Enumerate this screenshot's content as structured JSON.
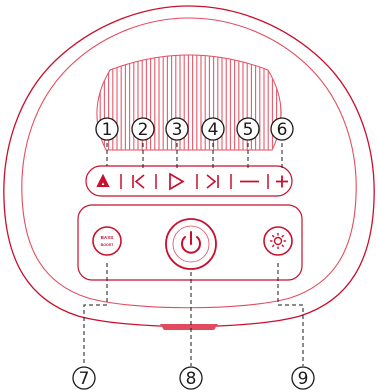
{
  "colors": {
    "accent": "#c8102e",
    "accent_soft": "#e24b5e",
    "line": "#d81e3a",
    "leader": "#1a1a1a"
  },
  "callouts": [
    {
      "label": "1",
      "target": "bluetooth-button"
    },
    {
      "label": "2",
      "target": "previous-track-button"
    },
    {
      "label": "3",
      "target": "play-pause-button"
    },
    {
      "label": "4",
      "target": "next-track-button"
    },
    {
      "label": "5",
      "target": "volume-down-button"
    },
    {
      "label": "6",
      "target": "volume-up-button"
    },
    {
      "label": "7",
      "target": "bass-boost-button"
    },
    {
      "label": "8",
      "target": "power-button"
    },
    {
      "label": "9",
      "target": "light-button"
    }
  ],
  "buttons": {
    "bass_boost_text_top": "BASS",
    "bass_boost_text_bottom": "BOOST"
  },
  "icons": {
    "bluetooth": "bluetooth-icon",
    "previous": "skip-back-icon",
    "play_pause": "play-icon",
    "next": "skip-forward-icon",
    "volume_down": "minus-icon",
    "volume_up": "plus-icon",
    "power": "power-icon",
    "light": "sun-icon"
  }
}
